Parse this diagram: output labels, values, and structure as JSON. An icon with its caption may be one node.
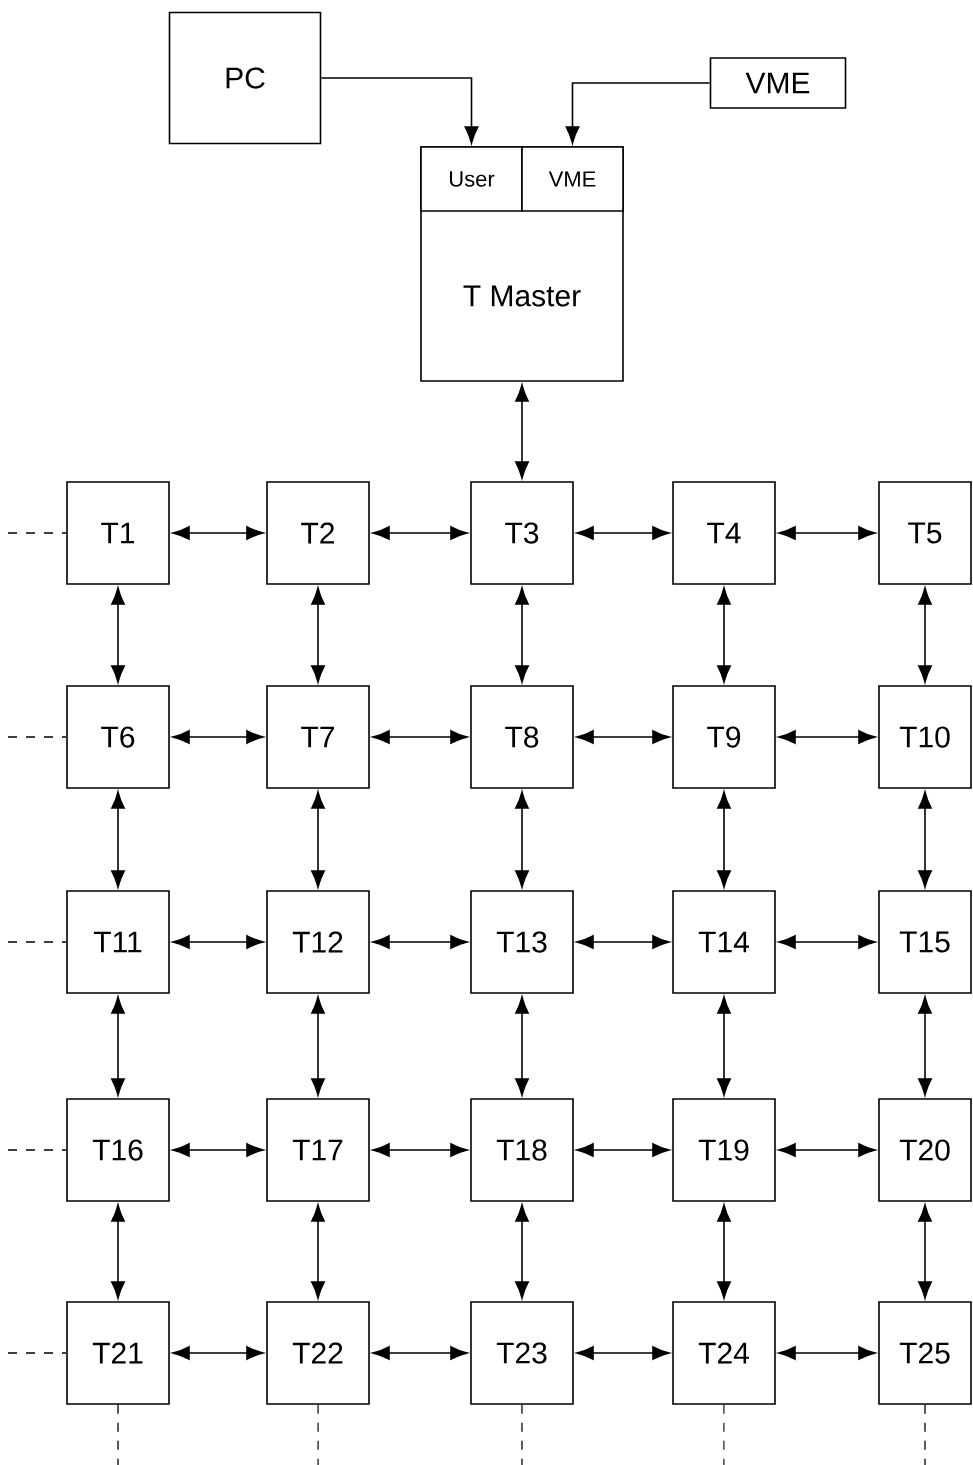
{
  "diagram": {
    "nodes": [
      {
        "text": [
          "PC"
        ]
      },
      {
        "text": [
          "VME"
        ]
      },
      {
        "text": [
          "T Master"
        ]
      },
      {
        "text": [
          "User"
        ],
        "in": 2
      },
      {
        "text": [
          "VME"
        ],
        "in": 2
      },
      {
        "text": [
          "T1"
        ]
      },
      {
        "text": [
          "T2"
        ]
      },
      {
        "text": [
          "T3"
        ]
      },
      {
        "text": [
          "T4"
        ]
      },
      {
        "text": [
          "T5"
        ]
      },
      {
        "text": [
          "T6"
        ]
      },
      {
        "text": [
          "T7"
        ]
      },
      {
        "text": [
          "T8"
        ]
      },
      {
        "text": [
          "T9"
        ]
      },
      {
        "text": [
          "T10"
        ]
      },
      {
        "text": [
          "T11"
        ]
      },
      {
        "text": [
          "T12"
        ]
      },
      {
        "text": [
          "T13"
        ]
      },
      {
        "text": [
          "T14"
        ]
      },
      {
        "text": [
          "T15"
        ]
      },
      {
        "text": [
          "T16"
        ]
      },
      {
        "text": [
          "T17"
        ]
      },
      {
        "text": [
          "T18"
        ]
      },
      {
        "text": [
          "T19"
        ]
      },
      {
        "text": [
          "T20"
        ]
      },
      {
        "text": [
          "T21"
        ]
      },
      {
        "text": [
          "T22"
        ]
      },
      {
        "text": [
          "T23"
        ]
      },
      {
        "text": [
          "T24"
        ]
      },
      {
        "text": [
          "T25"
        ]
      }
    ],
    "edges": [
      {
        "from": 0,
        "to": 3,
        "arrow": "to"
      },
      {
        "from": 1,
        "to": 4,
        "arrow": "to"
      },
      {
        "from": 2,
        "to": 7,
        "arrow": "both"
      },
      {
        "from": 5,
        "to": 6,
        "arrow": "both"
      },
      {
        "from": 6,
        "to": 7,
        "arrow": "both"
      },
      {
        "from": 7,
        "to": 8,
        "arrow": "both"
      },
      {
        "from": 8,
        "to": 9,
        "arrow": "both"
      },
      {
        "from": 5,
        "to": 10,
        "arrow": "both"
      },
      {
        "from": 6,
        "to": 11,
        "arrow": "both"
      },
      {
        "from": 7,
        "to": 12,
        "arrow": "both"
      },
      {
        "from": 8,
        "to": 13,
        "arrow": "both"
      },
      {
        "from": 9,
        "to": 14,
        "arrow": "both"
      },
      {
        "from": 10,
        "to": 11,
        "arrow": "both"
      },
      {
        "from": 11,
        "to": 12,
        "arrow": "both"
      },
      {
        "from": 12,
        "to": 13,
        "arrow": "both"
      },
      {
        "from": 13,
        "to": 14,
        "arrow": "both"
      },
      {
        "from": 10,
        "to": 15,
        "arrow": "both"
      },
      {
        "from": 11,
        "to": 16,
        "arrow": "both"
      },
      {
        "from": 12,
        "to": 17,
        "arrow": "both"
      },
      {
        "from": 13,
        "to": 18,
        "arrow": "both"
      },
      {
        "from": 14,
        "to": 19,
        "arrow": "both"
      },
      {
        "from": 15,
        "to": 16,
        "arrow": "both"
      },
      {
        "from": 16,
        "to": 17,
        "arrow": "both"
      },
      {
        "from": 17,
        "to": 18,
        "arrow": "both"
      },
      {
        "from": 18,
        "to": 19,
        "arrow": "both"
      },
      {
        "from": 15,
        "to": 20,
        "arrow": "both"
      },
      {
        "from": 16,
        "to": 21,
        "arrow": "both"
      },
      {
        "from": 17,
        "to": 22,
        "arrow": "both"
      },
      {
        "from": 18,
        "to": 23,
        "arrow": "both"
      },
      {
        "from": 19,
        "to": 24,
        "arrow": "both"
      },
      {
        "from": 20,
        "to": 21,
        "arrow": "both"
      },
      {
        "from": 21,
        "to": 22,
        "arrow": "both"
      },
      {
        "from": 22,
        "to": 23,
        "arrow": "both"
      },
      {
        "from": 23,
        "to": 24,
        "arrow": "both"
      },
      {
        "from": 20,
        "to": 25,
        "arrow": "both"
      },
      {
        "from": 21,
        "to": 26,
        "arrow": "both"
      },
      {
        "from": 22,
        "to": 27,
        "arrow": "both"
      },
      {
        "from": 23,
        "to": 28,
        "arrow": "both"
      },
      {
        "from": 24,
        "to": 29,
        "arrow": "both"
      },
      {
        "from": 25,
        "to": 26,
        "arrow": "both"
      },
      {
        "from": 26,
        "to": 27,
        "arrow": "both"
      },
      {
        "from": 27,
        "to": 28,
        "arrow": "both"
      },
      {
        "from": 28,
        "to": 29,
        "arrow": "both"
      },
      {
        "from": null,
        "to": 5,
        "arrow": "none",
        "style": "dashed"
      },
      {
        "from": null,
        "to": 10,
        "arrow": "none",
        "style": "dashed"
      },
      {
        "from": null,
        "to": 15,
        "arrow": "none",
        "style": "dashed"
      },
      {
        "from": null,
        "to": 20,
        "arrow": "none",
        "style": "dashed"
      },
      {
        "from": null,
        "to": 25,
        "arrow": "none",
        "style": "dashed"
      },
      {
        "from": 25,
        "to": null,
        "arrow": "none",
        "style": "dashed"
      },
      {
        "from": 26,
        "to": null,
        "arrow": "none",
        "style": "dashed"
      },
      {
        "from": 27,
        "to": null,
        "arrow": "none",
        "style": "dashed"
      },
      {
        "from": 28,
        "to": null,
        "arrow": "none",
        "style": "dashed"
      },
      {
        "from": 29,
        "to": null,
        "arrow": "none",
        "style": "dashed"
      }
    ]
  }
}
